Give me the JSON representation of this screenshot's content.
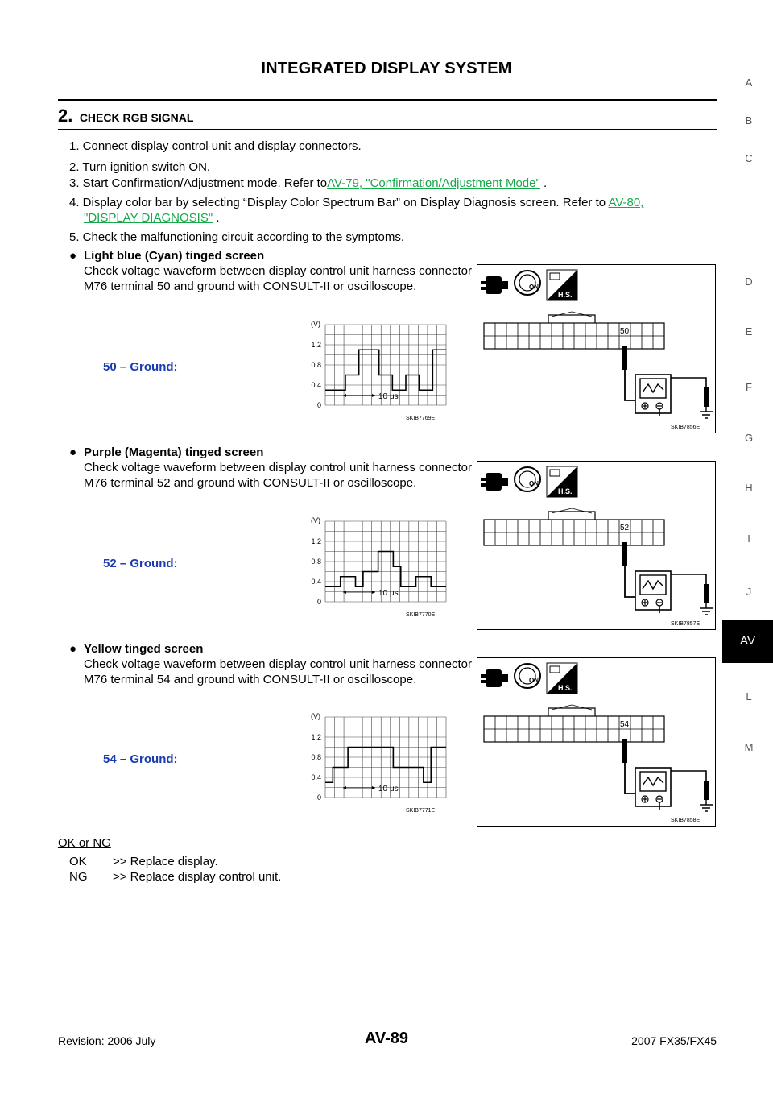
{
  "header": {
    "title": "INTEGRATED DISPLAY SYSTEM"
  },
  "section": {
    "number": "2.",
    "title": "CHECK RGB SIGNAL"
  },
  "steps": [
    {
      "text": "1. Connect display control unit and display connectors."
    },
    {
      "text": "2. Turn ignition switch ON."
    },
    {
      "text": "3. Start Confirmation/Adjustment mode. Refer to",
      "link": "AV-79, \"Confirmation/Adjustment Mode\"",
      "suffix": " ."
    },
    {
      "text": "4. Display color bar by selecting “Display Color Spectrum Bar” on Display Diagnosis screen. Refer to ",
      "link1": "AV-80,",
      "link2": "\"DISPLAY DIAGNOSIS\"",
      "suffix": " ."
    },
    {
      "text": "5. Check the malfunctioning circuit according to the symptoms."
    }
  ],
  "bullets": [
    {
      "heading": "Light blue (Cyan) tinged screen",
      "body": "Check voltage waveform between display control unit harness connector M76 terminal 50 and ground with CONSULT-II or oscilloscope.",
      "ground": "50 – Ground:",
      "scope_code": "SKIB7769E",
      "connector_code": "SKIB7856E",
      "terminal": "50"
    },
    {
      "heading": "Purple (Magenta) tinged screen",
      "body": "Check voltage waveform between display control unit harness connector M76 terminal 52 and ground with CONSULT-II or oscilloscope.",
      "ground": "52 – Ground:",
      "scope_code": "SKIB7770E",
      "connector_code": "SKIB7857E",
      "terminal": "52"
    },
    {
      "heading": "Yellow tinged screen",
      "body": "Check voltage waveform between display control unit harness connector M76 terminal 54 and ground with CONSULT-II or oscilloscope.",
      "ground": "54 – Ground:",
      "scope_code": "SKIB7771E",
      "connector_code": "SKIB7858E",
      "terminal": "54"
    }
  ],
  "scope_axis": {
    "unit": "(V)",
    "ticks": [
      "1.2",
      "0.8",
      "0.4",
      "0"
    ],
    "time": "10 μs"
  },
  "connector_icons": {
    "on": "ON",
    "hs": "H.S."
  },
  "okng": {
    "label": "OK or NG",
    "ok_key": "OK",
    "ok_text": ">> Replace display.",
    "ng_key": "NG",
    "ng_text": ">> Replace display control unit."
  },
  "tabs": [
    "A",
    "B",
    "C",
    "D",
    "E",
    "F",
    "G",
    "H",
    "I",
    "J",
    "AV",
    "L",
    "M"
  ],
  "active_tab": "AV",
  "footer": {
    "revision": "Revision: 2006 July",
    "page": "AV-89",
    "model": "2007 FX35/FX45"
  }
}
